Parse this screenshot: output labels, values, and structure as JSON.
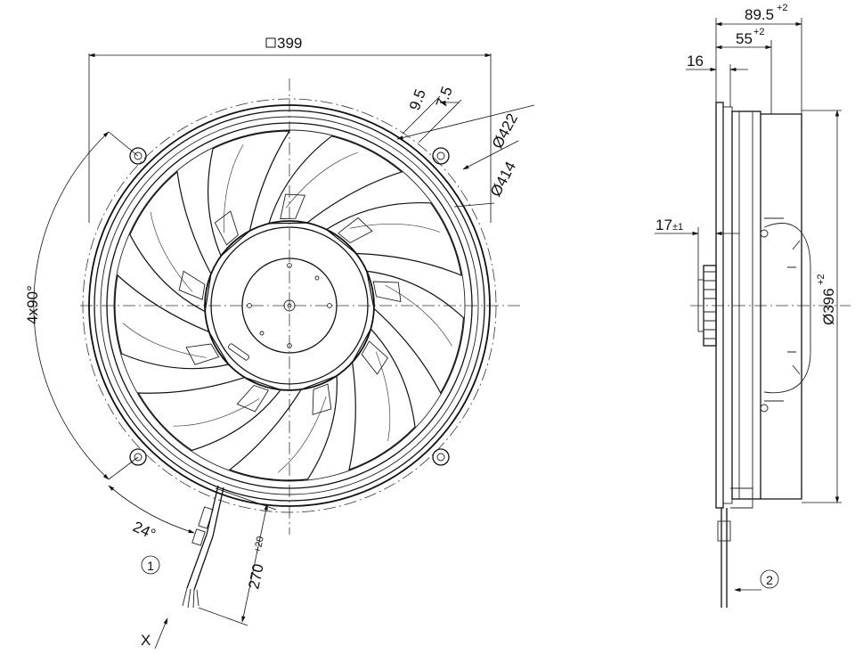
{
  "front_view": {
    "square_symbol": "□",
    "square_size": "399",
    "mount_offset_a": "9.5",
    "mount_offset_b": "7.5",
    "diameter_outer": "Ø422",
    "diameter_bolt": "Ø414",
    "angle_pattern": "4x90°",
    "cable_angle": "24°",
    "cable_length": "270",
    "cable_length_tol": "+20",
    "callout_1": "1",
    "view_arrow": "X"
  },
  "side_view": {
    "depth_total": "89.5",
    "depth_total_tol": "+2",
    "depth_mid": "55",
    "depth_mid_tol": "+2",
    "flange_thickness": "16",
    "hub_protrusion": "17",
    "hub_protrusion_tol": "±1",
    "diameter_housing": "Ø396",
    "diameter_housing_tol": "+2",
    "callout_2": "2"
  },
  "colors": {
    "line": "#111111",
    "background": "#ffffff"
  }
}
